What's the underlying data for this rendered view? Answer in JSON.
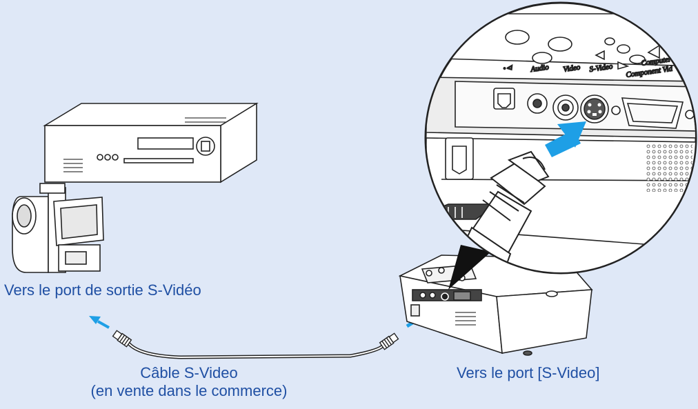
{
  "labels": {
    "source_port": "Vers le port de sortie S-Vidéo",
    "cable_line1": "Câble S-Video",
    "cable_line2": "(en vente dans le commerce)",
    "projector_port": "Vers le port [S-Video]"
  },
  "projector_panel": {
    "port_labels": [
      "Audio",
      "Video",
      "S-Video",
      "Computer",
      "Component Vid"
    ]
  },
  "colors": {
    "background": "#dfe8f7",
    "label_text": "#1f4fa3",
    "arrow": "#1e9fe6"
  }
}
